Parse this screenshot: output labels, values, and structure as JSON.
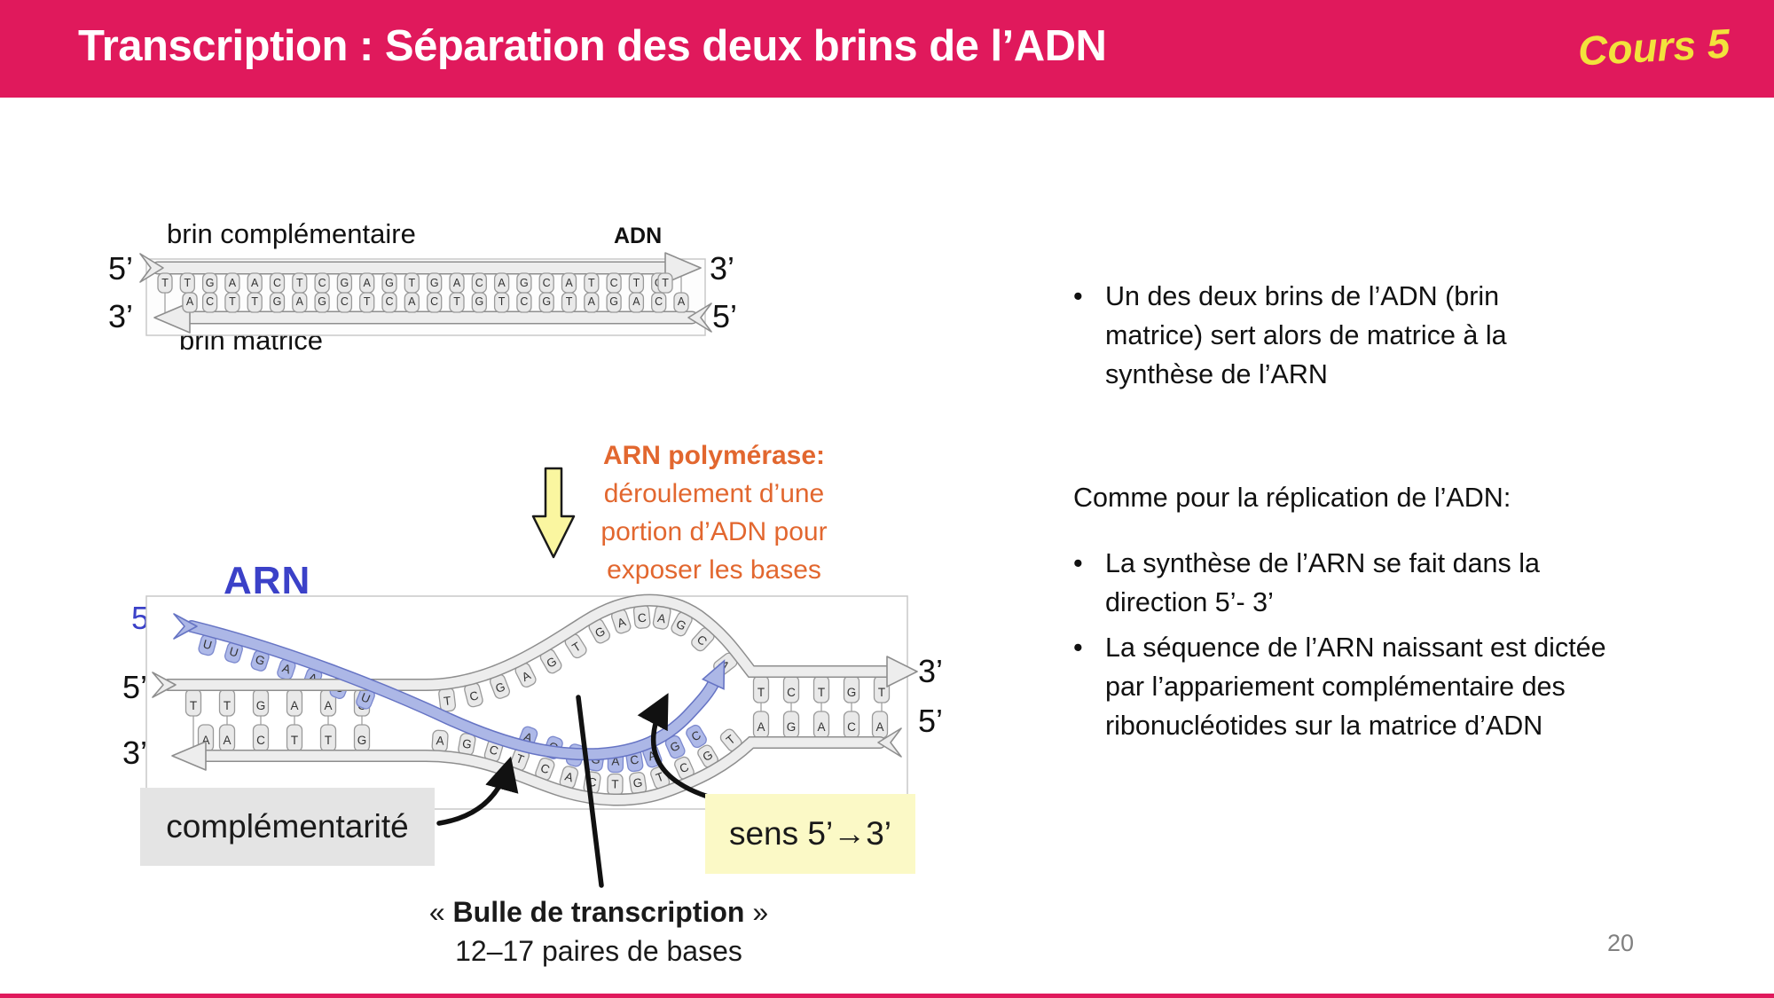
{
  "header": {
    "title": "Transcription : Séparation des deux brins de l’ADN",
    "course_badge": "Cours 5"
  },
  "colors": {
    "header_pink": "#E0195C",
    "course_yellow": "#F2E23C",
    "polymerase_orange": "#E2672F",
    "rna_blue_label": "#3B41C8",
    "rna_ribbon_fill": "#ACB7E6",
    "rna_ribbon_stroke": "#6674C4",
    "dna_fill": "#EDEDED",
    "dna_stroke": "#8E8E8E",
    "base_fill": "#E9E9E9",
    "base_stroke": "#9A9A9A",
    "blue_base_fill": "#AEB9E8",
    "blue_base_stroke": "#7C89CE",
    "yellow_box_bg": "#FBF9C6",
    "gray_box_bg": "#E4E4E4",
    "yellow_arrow_fill": "#FAF6A0"
  },
  "top_diagram": {
    "label_top_strand": "brin complémentaire",
    "label_adn": "ADN",
    "label_bottom_strand": "brin matrice",
    "top_left_end": "5’",
    "top_right_end": "3’",
    "bottom_left_end": "3’",
    "bottom_right_end": "5’",
    "top_sequence": "TTGAACTCGAGTGACAGCATCTGT",
    "bottom_sequence": "AACTTGAGCTCACTGTCGTAGACA"
  },
  "polymerase_note": {
    "title": "ARN polymérase:",
    "line1": "déroulement d’une",
    "line2": "portion d’ADN pour",
    "line3": "exposer les bases"
  },
  "bubble_diagram": {
    "label_arn": "ARN",
    "rna_5_end": "5’",
    "rna_3_end": "3’",
    "left_top_end": "5’",
    "left_bottom_end": "3’",
    "right_top_end": "3’",
    "right_bottom_end": "5’",
    "left_ladder_top": "TTGAAC",
    "left_ladder_bottom": "AACTTG",
    "right_ladder_top": "TCTGT",
    "right_ladder_bottom": "AGACA",
    "upper_arc_bases": "TCGAGTGACAGCA",
    "template_bases": "AGCTCACTGTCGT",
    "rna_hybrid_bases": "AGUGACAGC",
    "rna_exit_bases": "UUGAACU",
    "label_complementarite": "complémentarité",
    "label_sens": "sens 5’→3’"
  },
  "caption": {
    "prefix": "« ",
    "bold": "Bulle de transcription",
    "suffix": " »",
    "line2": "12–17 paires de bases"
  },
  "right_panel": {
    "bullet_char": "•",
    "bullet1_lines": [
      "Un des deux brins de l’ADN (brin",
      "matrice) sert alors de matrice à la",
      "synthèse de l’ARN"
    ],
    "heading": "Comme pour la réplication de l’ADN:",
    "bullet2_lines": [
      "La synthèse de l’ARN se fait dans la",
      "direction 5’- 3’"
    ],
    "bullet3_lines": [
      "La séquence de l’ARN naissant est dictée",
      "par l’appariement complémentaire des",
      "ribonucléotides sur la matrice d’ADN"
    ]
  },
  "page_number": "20"
}
